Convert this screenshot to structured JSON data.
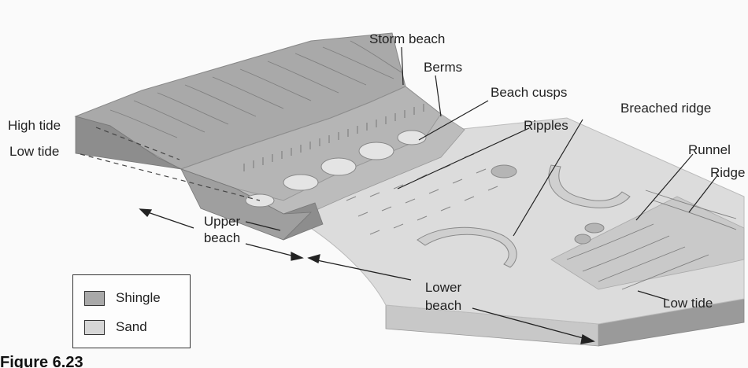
{
  "labels": {
    "storm_beach": "Storm beach",
    "berms": "Berms",
    "beach_cusps": "Beach cusps",
    "breached_ridge": "Breached ridge",
    "high_tide": "High tide",
    "low_tide_left": "Low tide",
    "ripples": "Ripples",
    "runnel": "Runnel",
    "ridge": "Ridge",
    "upper_beach_line1": "Upper",
    "upper_beach_line2": "beach",
    "lower_beach_line1": "Lower",
    "lower_beach_line2": "beach",
    "low_tide_right": "Low tide"
  },
  "legend": {
    "items": [
      {
        "label": "Shingle",
        "color": "#a9a9a9"
      },
      {
        "label": "Sand",
        "color": "#d6d6d6"
      }
    ]
  },
  "caption": "Figure 6.23",
  "colors": {
    "shingle": "#a9a9a9",
    "shingle_dark": "#8d8d8d",
    "sand": "#dcdcdc",
    "sand_light": "#e8e8e8",
    "edge": "#bdbdbd",
    "bottom": "#9a9a9a"
  }
}
